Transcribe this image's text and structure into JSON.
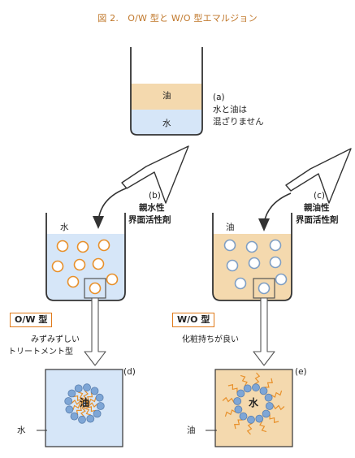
{
  "title": "図 2.　O/W 型と W/O 型エマルジョン",
  "panel_a": {
    "letter": "(a)",
    "oil_label": "油",
    "water_label": "水",
    "note_line1": "水と油は",
    "note_line2": "混ざりません"
  },
  "panel_b": {
    "letter": "(b)",
    "emulsifier_line1": "親水性",
    "emulsifier_line2": "界面活性剤",
    "medium_label": "水",
    "type_label": "O/W 型",
    "desc_line1": "みずみずしい",
    "desc_line2": "トリートメント型"
  },
  "panel_c": {
    "letter": "(c)",
    "emulsifier_line1": "親油性",
    "emulsifier_line2": "界面活性剤",
    "medium_label": "油",
    "type_label": "W/O 型",
    "desc_line1": "化粧持ちが良い"
  },
  "panel_d": {
    "letter": "(d)",
    "core_label": "油",
    "medium_label": "水"
  },
  "panel_e": {
    "letter": "(e)",
    "core_label": "水",
    "medium_label": "油"
  },
  "colors": {
    "oil": "#f4d9ae",
    "water": "#d6e6f8",
    "droplet_orange": "#e8902a",
    "droplet_blue": "#7f9fc4",
    "surfactant_head": "#7ea6d6",
    "surfactant_tail": "#e8902a",
    "outline": "#333333",
    "title": "#c0772a"
  }
}
